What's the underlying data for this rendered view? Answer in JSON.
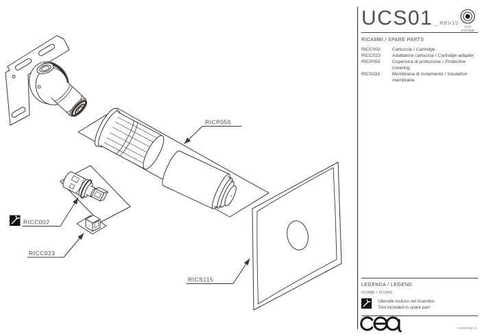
{
  "title": {
    "product_code": "UCS01",
    "revision": "_ REV15",
    "badge": {
      "icon": "bullseye-icon",
      "line1": "UCS",
      "line2": "SYSTEM"
    }
  },
  "spare_parts": {
    "heading": "RICAMBI / SPARE PARTS",
    "separator": "/",
    "items": [
      {
        "code": "RICC002",
        "name_it": "Cartuccia",
        "name_en": "Cartridge"
      },
      {
        "code": "RICC023",
        "name_it": "Adattatore cartuccia",
        "name_en": "Cartridge adapter"
      },
      {
        "code": "RICP050",
        "name_it": "Copertura di protezione",
        "name_en": "Protective covering"
      },
      {
        "code": "RICS115",
        "name_it": "Membrana di isolamento",
        "name_en": "Insulation membrane"
      }
    ]
  },
  "diagram": {
    "callouts": {
      "ricp050": "RICP050",
      "ricc002": "RICC002",
      "ricc023": "RICC023",
      "rics115": "RICS115"
    },
    "tool_icon": "tool-icon"
  },
  "legend": {
    "heading": "LEGENDA / LEGEND",
    "subheading": "ICONE / ICONS",
    "items": [
      {
        "icon": "tool-icon",
        "text_it": "Utensile incluso nel ricambio",
        "text_en": "Tool included in spare part"
      }
    ]
  },
  "footer": {
    "logo_text": "cea",
    "website": "ceadesign.it"
  },
  "colors": {
    "line": "#3a3633",
    "text": "#474340",
    "black": "#101010"
  }
}
